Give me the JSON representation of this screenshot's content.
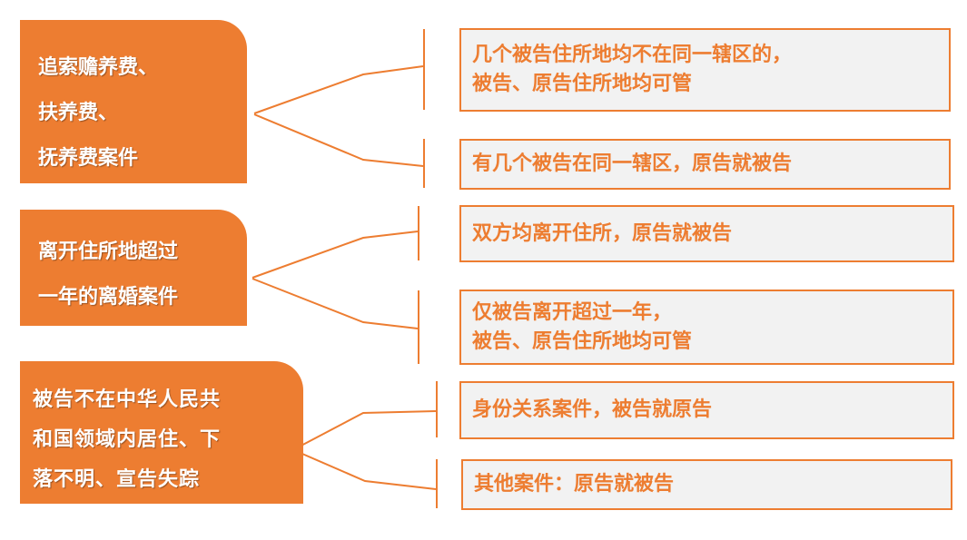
{
  "groups": [
    {
      "label_lines": [
        "追索赡养费、",
        "扶养费、",
        "抚养费案件"
      ],
      "branches": [
        {
          "lines": [
            "几个被告住所地均不在同一辖区的，",
            "被告、原告住所地均可管"
          ]
        },
        {
          "lines": [
            "有几个被告在同一辖区，原告就被告"
          ]
        }
      ]
    },
    {
      "label_lines": [
        "离开住所地超过",
        "一年的离婚案件"
      ],
      "branches": [
        {
          "lines": [
            "双方均离开住所，原告就被告"
          ]
        },
        {
          "lines": [
            "仅被告离开超过一年，",
            "被告、原告住所地均可管"
          ]
        }
      ]
    },
    {
      "label_lines": [
        "被告不在中华人民共",
        "和国领域内居住、下",
        "落不明、宣告失踪"
      ],
      "branches": [
        {
          "lines": [
            "身份关系案件，被告就原告"
          ]
        },
        {
          "lines": [
            "其他案件：原告就被告"
          ]
        }
      ]
    }
  ],
  "colors": {
    "accent": "#ED7D31",
    "box_bg": "#F2F2F2"
  }
}
